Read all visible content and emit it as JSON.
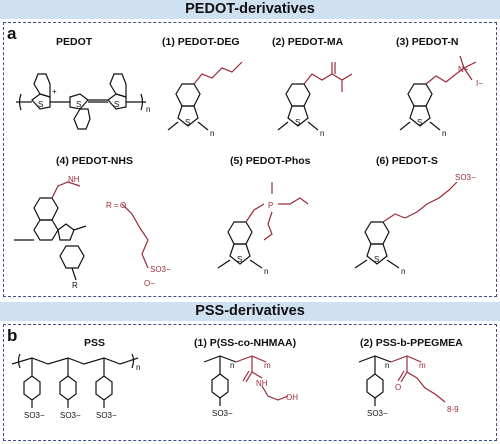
{
  "colors": {
    "header_bg": "#cfe0f0",
    "border": "#3f4f8a",
    "black": "#111111",
    "red": "#9c2a3a"
  },
  "headers": {
    "pedot": "PEDOT-derivatives",
    "pss": "PSS-derivatives"
  },
  "panels": {
    "a": "a",
    "b": "b"
  },
  "pedot_titles": [
    "PEDOT",
    "(1) PEDOT-DEG",
    "(2) PEDOT-MA",
    "(3) PEDOT-N",
    "(4) PEDOT-NHS",
    "(5) PEDOT-Phos",
    "(6) PEDOT-S"
  ],
  "pss_titles": [
    "PSS",
    "(1) P(SS-co-NHMAA)",
    "(2) PSS-b-PPEGMEA"
  ],
  "atoms": {
    "S": "S",
    "O": "O",
    "N": "N",
    "NH": "NH",
    "OH": "OH",
    "P": "P",
    "R": "R",
    "n": "n",
    "m": "m",
    "nplus": "N+",
    "iodide": "I−",
    "so3": "SO3−",
    "ominus": "O−",
    "r_eq": "R =",
    "plus": "+",
    "rep": "8-9"
  }
}
